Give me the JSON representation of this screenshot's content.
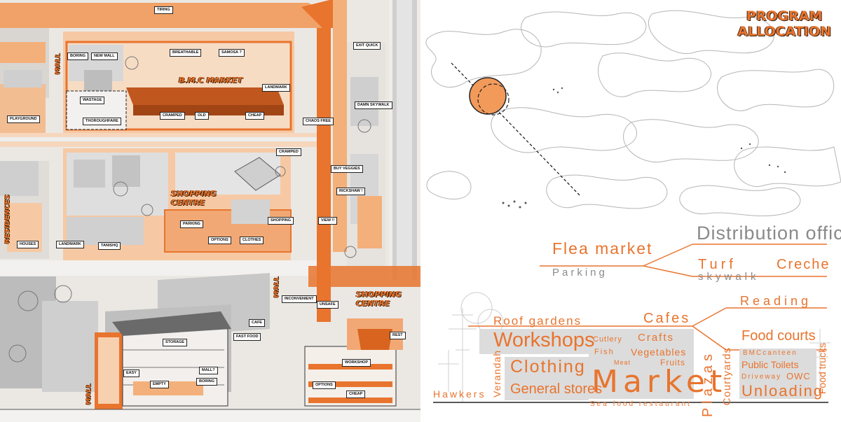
{
  "map": {
    "tags": [
      "TIRING",
      "BORING",
      "NEW MALL",
      "BREATHABLE",
      "SAMOSA ?",
      "EXIT QUICK",
      "LANDMARK",
      "WASTAGE",
      "CRAMPED",
      "OLD",
      "CHEAP",
      "DAMN SKYWALK",
      "THOROUGHFARE",
      "CHAOS FREE",
      "CRAMPED",
      "BUY VEGGIES",
      "RICKSHAW !",
      "PLAYGROUND",
      "PARKING",
      "SHOPPING",
      "VIEW !!",
      "OPTIONS",
      "CLOTHES",
      "HOUSES",
      "LANDMARK",
      "TANISHQ",
      "INCONVENIENT",
      "UNSAFE",
      "CAFE",
      "FAST FOOD",
      "STORAGE",
      "MALL?",
      "EASY",
      "BORING",
      "EMPTY",
      "REST",
      "WORKSHOP",
      "OPTIONS",
      "CHEAP"
    ],
    "zones": {
      "bmc_market": "B.M.C MARKET",
      "shopping_centre_1": "SHOPPING CENTRE",
      "shopping_centre_2": "SHOPPING CENTRE",
      "mall_top": "MALL",
      "mall_mid": "MALL",
      "mall_bottom": "MALL",
      "residences": "RESIDENCES"
    }
  },
  "program": {
    "title_line1": "PROGRAM",
    "title_line2": "ALLOCATION",
    "words": {
      "distribution": "Distribution office",
      "flea": "Flea market",
      "parking": "Parking",
      "turf": "Turf",
      "creche": "Creche",
      "skywalk": "skywalk",
      "reading": "Reading",
      "roof": "Roof gardens",
      "cafes": "Cafes",
      "workshops": "Workshops",
      "cutlery": "Cutlery",
      "crafts": "Crafts",
      "fish": "Fish",
      "vegetables": "Vegetables",
      "meat": "Meat",
      "fruits": "Fruits",
      "market": "Market",
      "clothing": "Clothing",
      "general": "General stores",
      "verandah": "Verandah",
      "hawkers": "Hawkers",
      "plazas": "Plazas",
      "courtyards": "Courtyards",
      "food_courts": "Food courts",
      "bmc_canteen": "BMCcanteen",
      "public_toilets": "Public Toilets",
      "driveway": "Driveway",
      "owc": "OWC",
      "unloading": "Unloading",
      "food_trucks": "Food trucks",
      "seafood": "Sea food restaurant"
    }
  },
  "colors": {
    "accent": "#e8742e",
    "grey_text": "#8a8a8a",
    "box": "#dcdcdc"
  }
}
